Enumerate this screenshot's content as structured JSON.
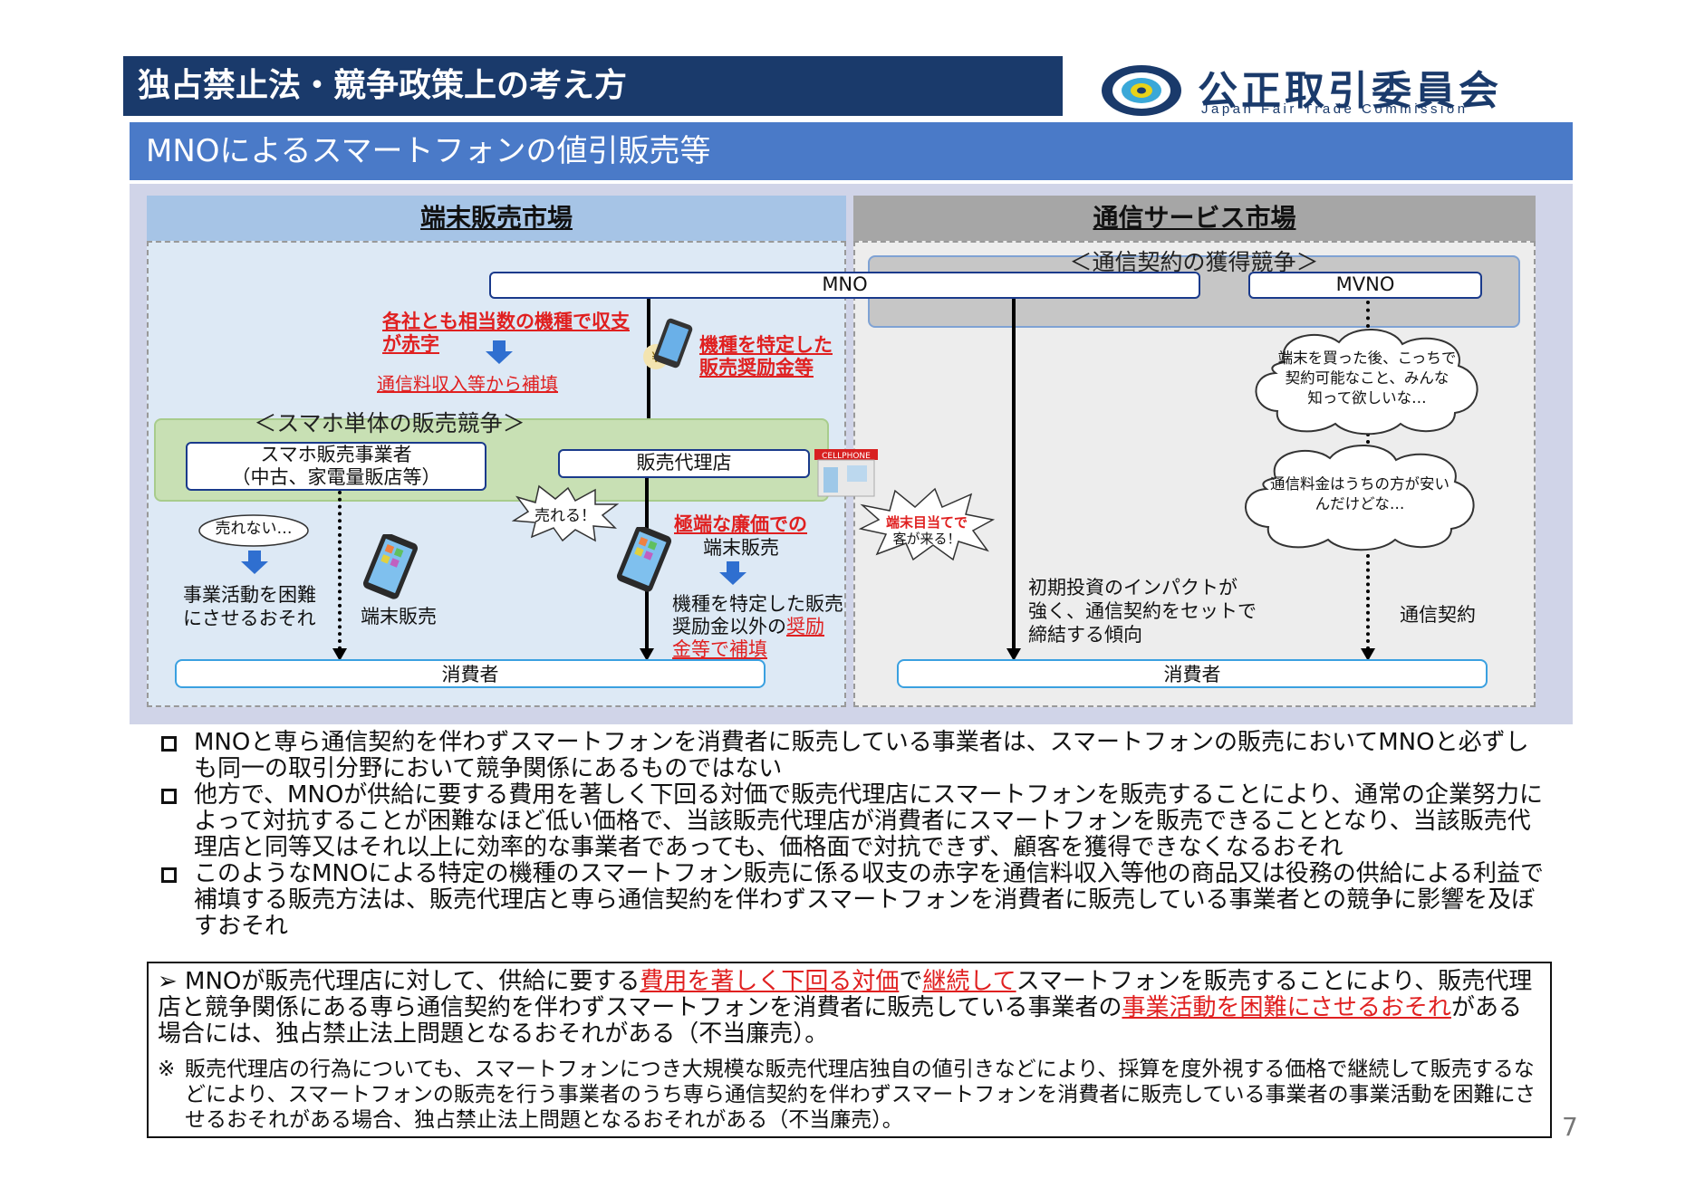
{
  "header": {
    "title": "独占禁止法・競争政策上の考え方"
  },
  "logo": {
    "title": "公正取引委員会",
    "subtitle": "Japan Fair Trade Commission"
  },
  "subtitle": "MNOによるスマートフォンの値引販売等",
  "diagram": {
    "market_left": "端末販売市場",
    "market_right": "通信サービス市場",
    "svc_competition": "＜通信契約の獲得競争＞",
    "mno": "MNO",
    "mvno": "MVNO",
    "loss_text_1": "各社とも相当数の機種で収支",
    "loss_text_2": "が赤字",
    "compensate": "通信料収入等から補填",
    "incentive_1": "機種を特定した",
    "incentive_2": "販売奨励金等",
    "phone_competition": "＜スマホ単体の販売競争＞",
    "seller_1": "スマホ販売事業者",
    "seller_2": "（中古、家電量販店等）",
    "agency": "販売代理店",
    "cellphone_sign": "CELLPHONE",
    "unsold_bubble": "売れない…",
    "sold_burst": "売れる！",
    "customers_burst_1": "端末目当てで",
    "customers_burst_2": "客が来る！",
    "difficult_1": "事業活動を困難",
    "difficult_2": "にさせるおそれ",
    "device_sales": "端末販売",
    "low_price_1": "極端な廉価での",
    "low_price_2": "端末販売",
    "subsidy_1": "機種を特定した販売",
    "subsidy_2": "奨励金以外の",
    "subsidy_2_red": "奨励",
    "subsidy_3": "金等で補填",
    "impact_1": "初期投資のインパクトが",
    "impact_2": "強く、通信契約をセットで",
    "impact_3": "締結する傾向",
    "mvno_cloud_1_a": "端末を買った後、こっちで",
    "mvno_cloud_1_b": "契約可能なこと、みんな",
    "mvno_cloud_1_c": "知って欲しいな…",
    "mvno_cloud_2_a": "通信料金はうちの方が安い",
    "mvno_cloud_2_b": "んだけどな…",
    "contract": "通信契約",
    "consumer_left": "消費者",
    "consumer_right": "消費者"
  },
  "bullets": [
    "MNOと専ら通信契約を伴わずスマートフォンを消費者に販売している事業者は、スマートフォンの販売においてMNOと必ずしも同一の取引分野において競争関係にあるものではない",
    "他方で、MNOが供給に要する費用を著しく下回る対価で販売代理店にスマートフォンを販売することにより、通常の企業努力によって対抗することが困難なほど低い価格で、当該販売代理店が消費者にスマートフォンを販売できることとなり、当該販売代理店と同等又はそれ以上に効率的な事業者であっても、価格面で対抗できず、顧客を獲得できなくなるおそれ",
    "このようなMNOによる特定の機種のスマートフォン販売に係る収支の赤字を通信料収入等他の商品又は役務の供給による利益で補填する販売方法は、販売代理店と専ら通信契約を伴わずスマートフォンを消費者に販売している事業者との競争に影響を及ぼすおそれ"
  ],
  "conclusion": {
    "part1": "➢ MNOが販売代理店に対して、供給に要する",
    "red1": "費用を著しく下回る対価",
    "part2": "で",
    "red2": "継続して",
    "part3": "スマートフォンを販売することにより、販売代理店と競争関係にある専ら通信契約を伴わずスマートフォンを消費者に販売している事業者の",
    "red3": "事業活動を困難にさせるおそれ",
    "part4": "がある場合には、独占禁止法上問題となるおそれがある（不当廉売）。",
    "note_mark": "※",
    "note": "販売代理店の行為についても、スマートフォンにつき大規模な販売代理店独自の値引きなどにより、採算を度外視する価格で継続して販売するなどにより、スマートフォンの販売を行う事業者のうち専ら通信契約を伴わずスマートフォンを消費者に販売している事業者の事業活動を困難にさせるおそれがある場合、独占禁止法上問題となるおそれがある（不当廉売）。"
  },
  "page_number": "7",
  "colors": {
    "header_bg": "#1a3a6b",
    "subtitle_bg": "#4a7ac8",
    "accent_red": "#e02020"
  }
}
